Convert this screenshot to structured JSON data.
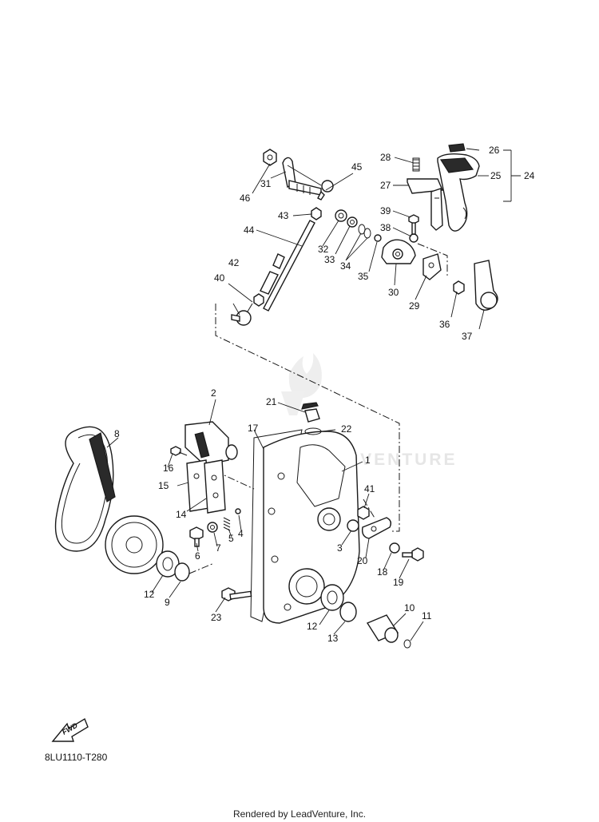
{
  "diagram": {
    "watermark": "LEADVENTURE",
    "fwd_label": "FWD",
    "code": "8LU1110-T280",
    "footer": "Rendered by LeadVenture, Inc.",
    "callouts": [
      "1",
      "2",
      "3",
      "4",
      "5",
      "6",
      "7",
      "8",
      "9",
      "10",
      "11",
      "12",
      "12",
      "13",
      "14",
      "15",
      "16",
      "17",
      "18",
      "19",
      "20",
      "21",
      "22",
      "23",
      "24",
      "25",
      "26",
      "27",
      "28",
      "29",
      "30",
      "31",
      "32",
      "33",
      "34",
      "35",
      "36",
      "37",
      "38",
      "39",
      "40",
      "41",
      "42",
      "43",
      "44",
      "45",
      "46"
    ]
  }
}
